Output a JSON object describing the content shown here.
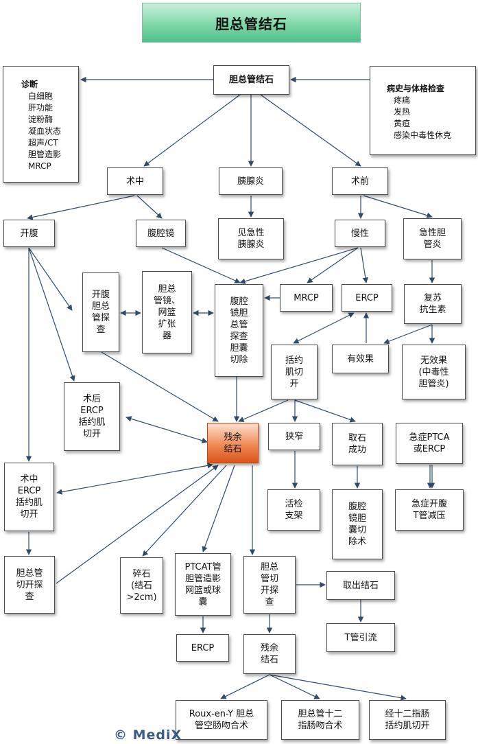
{
  "title": "胆总管结石",
  "nodes": {
    "root": "胆总管结石",
    "intraop": "术中",
    "pancreatitis": "胰腺炎",
    "preop": "术前",
    "laparotomy": "开腹",
    "laparoscope": "腹腔镜",
    "see_acute_pancreatitis": "见急性\n胰腺炎",
    "chronic": "慢性",
    "acute_cholangitis": "急性胆\n管炎",
    "open_cbd_explore": "开腹\n胆总\n管探\n查",
    "scope_basket": "胆总\n管镜、\n网篮\n扩张\n器",
    "lap_explore": "腹腔\n镜胆\n总管\n探查\n胆囊\n切除",
    "mrcp": "MRCP",
    "ercp_mid": "ERCP",
    "resus": "复苏\n抗生素",
    "effective": "有效果",
    "sphincterotomy": "括约\n肌切\n开",
    "no_effect": "无效果\n(中毒性\n胆管炎)",
    "postop_ercp": "术后\nERCP\n括约肌\n切开",
    "residual": "残余\n结石",
    "stricture": "狭窄",
    "stone_success": "取石\n成功",
    "ptca_ercp": "急症PTCA\n或ERCP",
    "intraop_ercp": "术中\nERCP\n括约肌\n切开",
    "biopsy_stent": "活检\n支架",
    "lap_chole": "腹腔\n镜胆\n囊切\n除术",
    "emergency_open": "急症开腹\nT管减压",
    "cbd_incision_explore_left": "胆总管\n切开探\n查",
    "lithotripsy": "碎石\n(结石\n>2cm)",
    "ptcat": "PTCAT管\n胆管造影\n网篮或球\n囊",
    "cbd_incision_explore": "胆总\n管切\n开探\n查",
    "remove_stone": "取出结石",
    "ercp_bottom": "ERCP",
    "t_tube": "T管引流",
    "residual_bottom": "残余\n结石",
    "roux": "Roux-en-Y 胆总\n管空肠吻合术",
    "cbd_duodenal": "胆总管十二\n指肠吻合术",
    "trans_duodenal": "经十二指肠\n括约肌切开"
  },
  "diagnosis": {
    "heading": "诊断",
    "items": [
      "白细胞",
      "肝功能",
      "淀粉酶",
      "凝血状态",
      "超声/CT",
      "胆管造影",
      "MRCP"
    ]
  },
  "history": {
    "heading": "病史与体格检查",
    "items": [
      "疼痛",
      "发热",
      "黄疸",
      "感染中毒性休克"
    ]
  },
  "watermark": "© MediX",
  "colors": {
    "title_fill": "#7fd7a8",
    "highlight_fill": "#f08a55",
    "edge": "#2f4a6a"
  }
}
